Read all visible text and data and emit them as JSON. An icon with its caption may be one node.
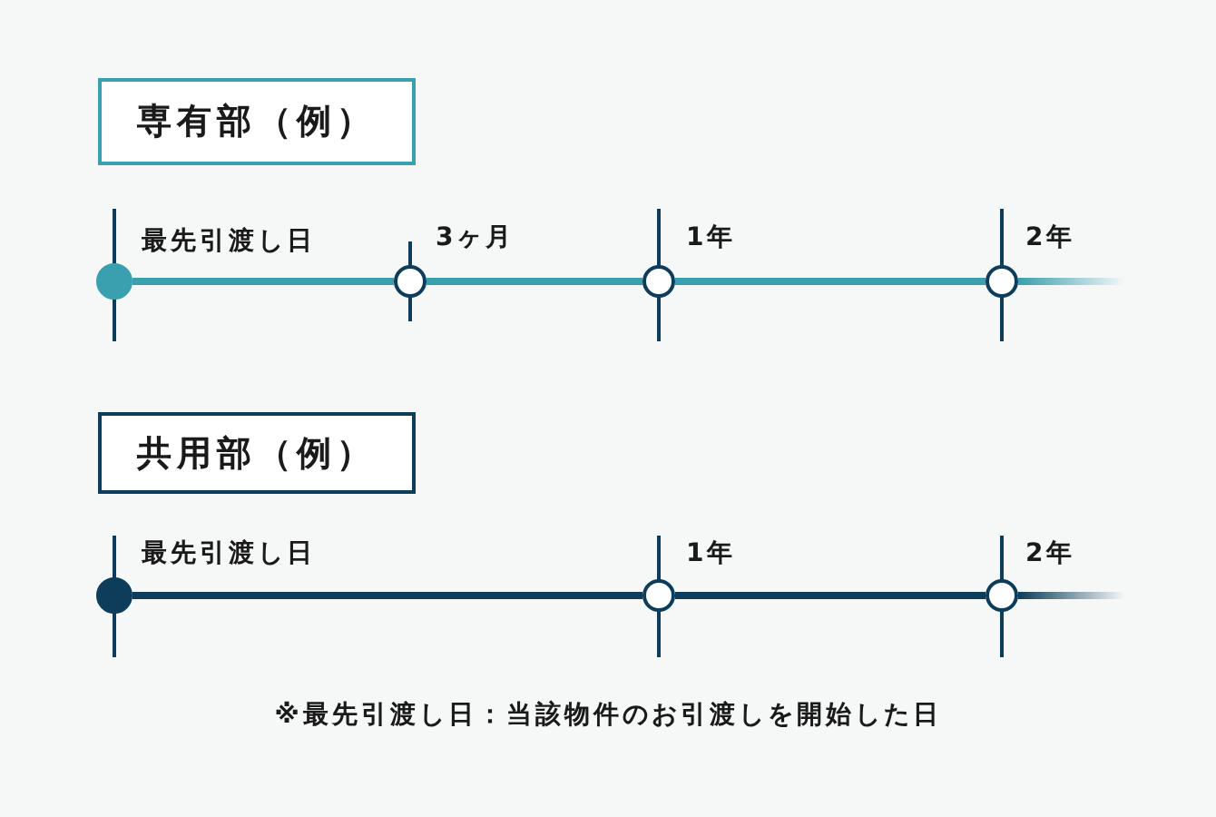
{
  "diagram": {
    "nodes": [
      {
        "text": [
          "専有部（例）"
        ]
      },
      {
        "text": [],
        "shape": "circle",
        "beside": [
          "最先引渡し日"
        ]
      },
      {
        "text": [],
        "shape": "circle",
        "beside": [
          "3ヶ月"
        ]
      },
      {
        "text": [],
        "shape": "circle",
        "beside": [
          "1年"
        ]
      },
      {
        "text": [],
        "shape": "circle",
        "beside": [
          "2年"
        ]
      },
      {
        "text": [
          "共用部（例）"
        ]
      },
      {
        "text": [],
        "shape": "circle",
        "beside": [
          "最先引渡し日"
        ]
      },
      {
        "text": [],
        "shape": "circle",
        "beside": [
          "1年"
        ]
      },
      {
        "text": [],
        "shape": "circle",
        "beside": [
          "2年"
        ]
      }
    ],
    "edges": [
      {
        "from": 1,
        "to": 2,
        "arrow": "none",
        "color": "#3a9fae"
      },
      {
        "from": 2,
        "to": 3,
        "arrow": "none",
        "color": "#3a9fae"
      },
      {
        "from": 3,
        "to": 4,
        "arrow": "none",
        "color": "#3a9fae"
      },
      {
        "from": 4,
        "to": null,
        "arrow": "none",
        "color": "#3a9fae"
      },
      {
        "from": 6,
        "to": 7,
        "arrow": "none",
        "color": "#0d3d5a"
      },
      {
        "from": 7,
        "to": 8,
        "arrow": "none",
        "color": "#0d3d5a"
      },
      {
        "from": 8,
        "to": null,
        "arrow": "none",
        "color": "#0d3d5a"
      }
    ],
    "labels": [
      "※最先引渡し日：当該物件のお引渡しを開始した日"
    ]
  }
}
